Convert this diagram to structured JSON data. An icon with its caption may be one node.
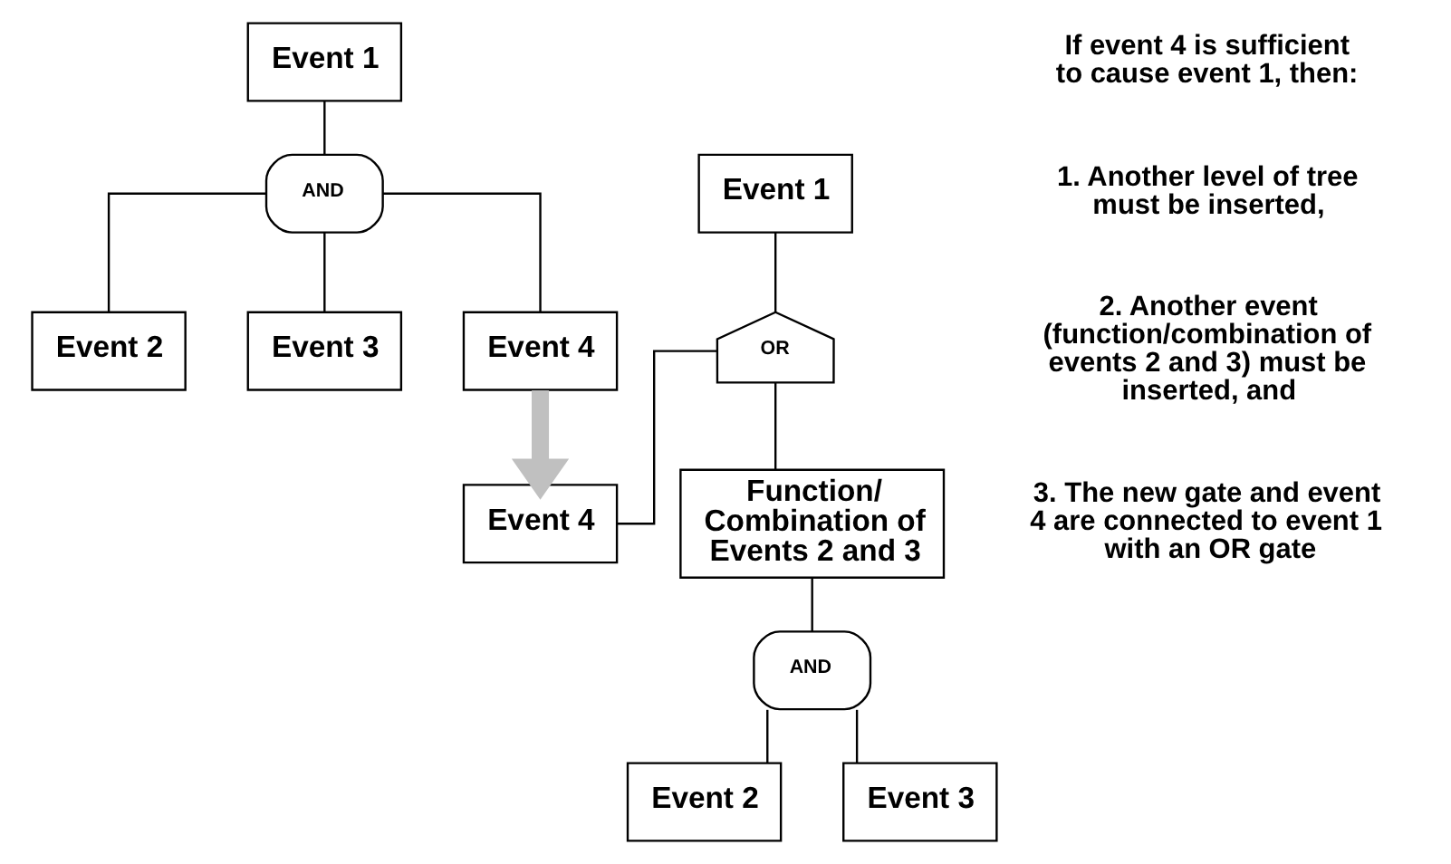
{
  "diagram": {
    "nodes": [
      {
        "text": [
          "Event 1"
        ]
      },
      {
        "text": [
          "AND"
        ]
      },
      {
        "text": [
          "Event 2"
        ]
      },
      {
        "text": [
          "Event 3"
        ]
      },
      {
        "text": [
          "Event 4"
        ]
      },
      {
        "text": [
          "Event 1"
        ]
      },
      {
        "text": [
          "OR"
        ]
      },
      {
        "text": [
          "Function/ Combination of Events 2 and 3"
        ]
      },
      {
        "text": [
          "Event 4"
        ]
      },
      {
        "text": [
          "AND"
        ]
      },
      {
        "text": [
          "Event 2"
        ]
      },
      {
        "text": [
          "Event 3"
        ]
      }
    ],
    "edges": [
      {
        "from": 0,
        "to": 1,
        "arrow": "none"
      },
      {
        "from": 1,
        "to": 2,
        "arrow": "none"
      },
      {
        "from": 1,
        "to": 3,
        "arrow": "none"
      },
      {
        "from": 1,
        "to": 4,
        "arrow": "none"
      },
      {
        "from": 5,
        "to": 6,
        "arrow": "none"
      },
      {
        "from": 6,
        "to": 7,
        "arrow": "none"
      },
      {
        "from": 6,
        "to": 8,
        "arrow": "none"
      },
      {
        "from": 7,
        "to": 9,
        "arrow": "none"
      },
      {
        "from": 9,
        "to": 10,
        "arrow": "none"
      },
      {
        "from": 9,
        "to": 11,
        "arrow": "none"
      },
      {
        "from": 4,
        "to": 8,
        "arrow": "to",
        "style": "thick",
        "color": "#c0c0c0"
      }
    ],
    "labels": [
      "If event 4 is sufficient to cause event 1, then:",
      "1. Another level of tree must be inserted,",
      "2. Another event (function/combination of events 2 and 3) must be inserted, and",
      "3. The new gate and event 4 are connected to event 1 with an OR gate"
    ]
  }
}
